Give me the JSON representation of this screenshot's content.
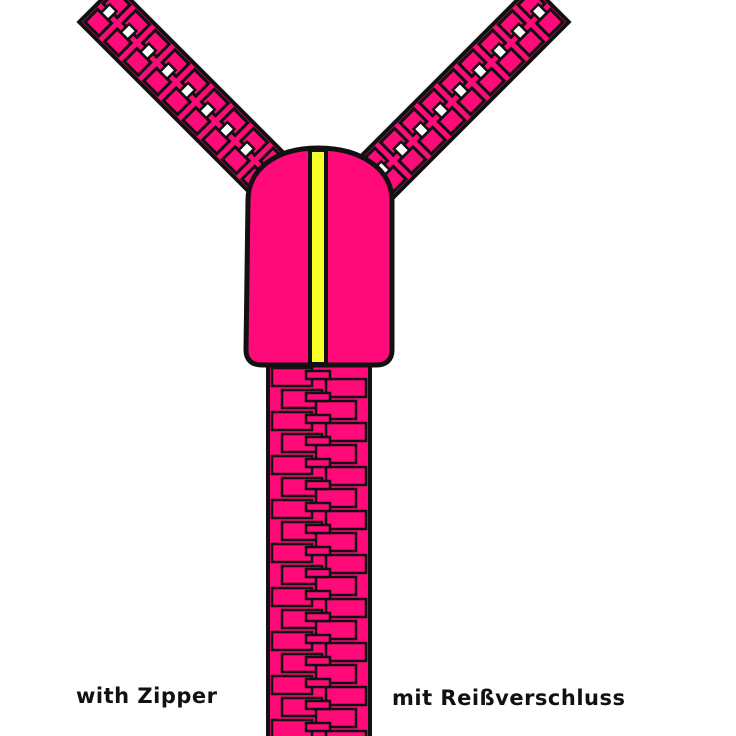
{
  "captions": {
    "english": "with Zipper",
    "german": "mit Reißverschluss"
  },
  "colors": {
    "tape": "#ff0a78",
    "outline": "#111111",
    "stripe": "#f7ff2a",
    "tooth_hole": "#ffffff",
    "background": "#ffffff"
  },
  "illustration": {
    "subject": "open-zipper-with-slider",
    "icon": "zipper-icon"
  }
}
